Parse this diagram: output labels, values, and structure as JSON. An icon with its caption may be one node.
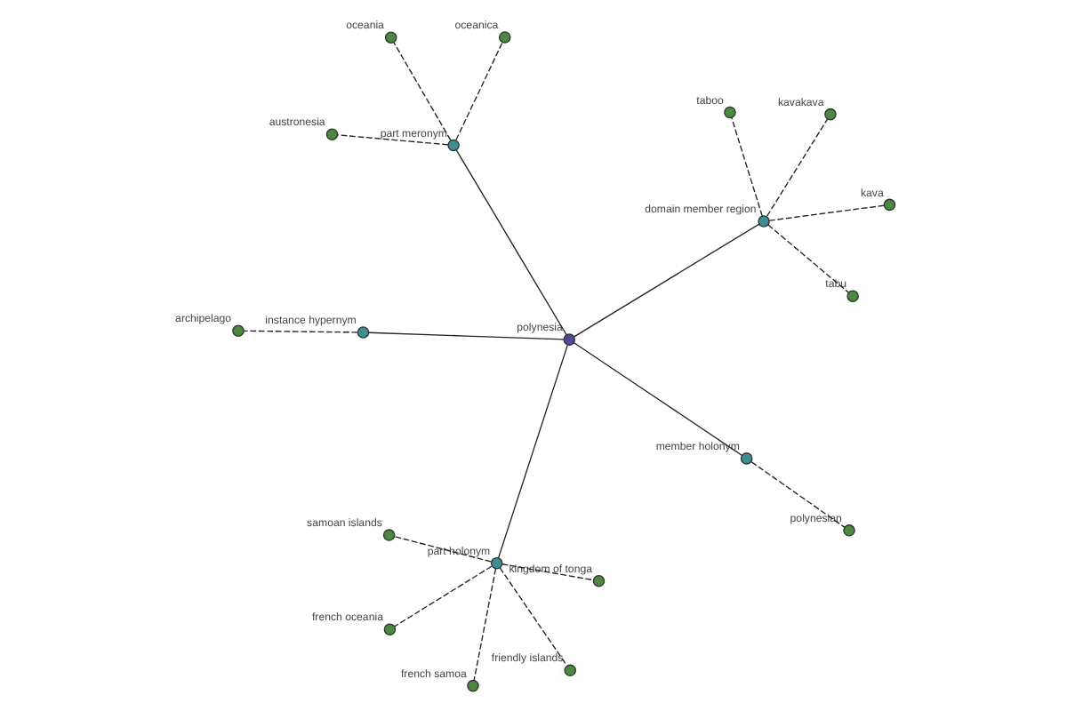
{
  "diagram": {
    "nodes": [
      {
        "text": [],
        "shape": "circle",
        "beside": [
          "polynesia"
        ]
      },
      {
        "text": [],
        "shape": "circle",
        "beside": [
          "member holonym"
        ]
      },
      {
        "text": [],
        "shape": "circle",
        "beside": [
          "polynesian"
        ]
      },
      {
        "text": [],
        "shape": "circle",
        "beside": [
          "part meronym"
        ]
      },
      {
        "text": [],
        "shape": "circle",
        "beside": [
          "austronesia"
        ]
      },
      {
        "text": [],
        "shape": "circle",
        "beside": [
          "oceanica"
        ]
      },
      {
        "text": [],
        "shape": "circle",
        "beside": [
          "oceania"
        ]
      },
      {
        "text": [],
        "shape": "circle",
        "beside": [
          "part holonym"
        ]
      },
      {
        "text": [],
        "shape": "circle",
        "beside": [
          "french oceania"
        ]
      },
      {
        "text": [],
        "shape": "circle",
        "beside": [
          "french samoa"
        ]
      },
      {
        "text": [],
        "shape": "circle",
        "beside": [
          "kingdom of tonga"
        ]
      },
      {
        "text": [],
        "shape": "circle",
        "beside": [
          "friendly islands"
        ]
      },
      {
        "text": [],
        "shape": "circle",
        "beside": [
          "samoan islands"
        ]
      },
      {
        "text": [],
        "shape": "circle",
        "beside": [
          "instance hypernym"
        ]
      },
      {
        "text": [],
        "shape": "circle",
        "beside": [
          "archipelago"
        ]
      },
      {
        "text": [],
        "shape": "circle",
        "beside": [
          "domain member region"
        ]
      },
      {
        "text": [],
        "shape": "circle",
        "beside": [
          "taboo"
        ]
      },
      {
        "text": [],
        "shape": "circle",
        "beside": [
          "tabu"
        ]
      },
      {
        "text": [],
        "shape": "circle",
        "beside": [
          "kava"
        ]
      },
      {
        "text": [],
        "shape": "circle",
        "beside": [
          "kavakava"
        ]
      }
    ],
    "edges": [
      {
        "from": 0,
        "to": 1,
        "arrow": "none"
      },
      {
        "from": 1,
        "to": 2,
        "arrow": "none",
        "style": "dashed"
      },
      {
        "from": 0,
        "to": 3,
        "arrow": "none"
      },
      {
        "from": 3,
        "to": 4,
        "arrow": "none",
        "style": "dashed"
      },
      {
        "from": 3,
        "to": 5,
        "arrow": "none",
        "style": "dashed"
      },
      {
        "from": 3,
        "to": 6,
        "arrow": "none",
        "style": "dashed"
      },
      {
        "from": 0,
        "to": 7,
        "arrow": "none"
      },
      {
        "from": 7,
        "to": 8,
        "arrow": "none",
        "style": "dashed"
      },
      {
        "from": 7,
        "to": 9,
        "arrow": "none",
        "style": "dashed"
      },
      {
        "from": 7,
        "to": 10,
        "arrow": "none",
        "style": "dashed"
      },
      {
        "from": 7,
        "to": 11,
        "arrow": "none",
        "style": "dashed"
      },
      {
        "from": 7,
        "to": 12,
        "arrow": "none",
        "style": "dashed"
      },
      {
        "from": 0,
        "to": 13,
        "arrow": "none"
      },
      {
        "from": 13,
        "to": 14,
        "arrow": "none",
        "style": "dashed"
      },
      {
        "from": 0,
        "to": 15,
        "arrow": "none"
      },
      {
        "from": 15,
        "to": 16,
        "arrow": "none",
        "style": "dashed"
      },
      {
        "from": 15,
        "to": 17,
        "arrow": "none",
        "style": "dashed"
      },
      {
        "from": 15,
        "to": 18,
        "arrow": "none",
        "style": "dashed"
      },
      {
        "from": 15,
        "to": 19,
        "arrow": "none",
        "style": "dashed"
      }
    ]
  }
}
